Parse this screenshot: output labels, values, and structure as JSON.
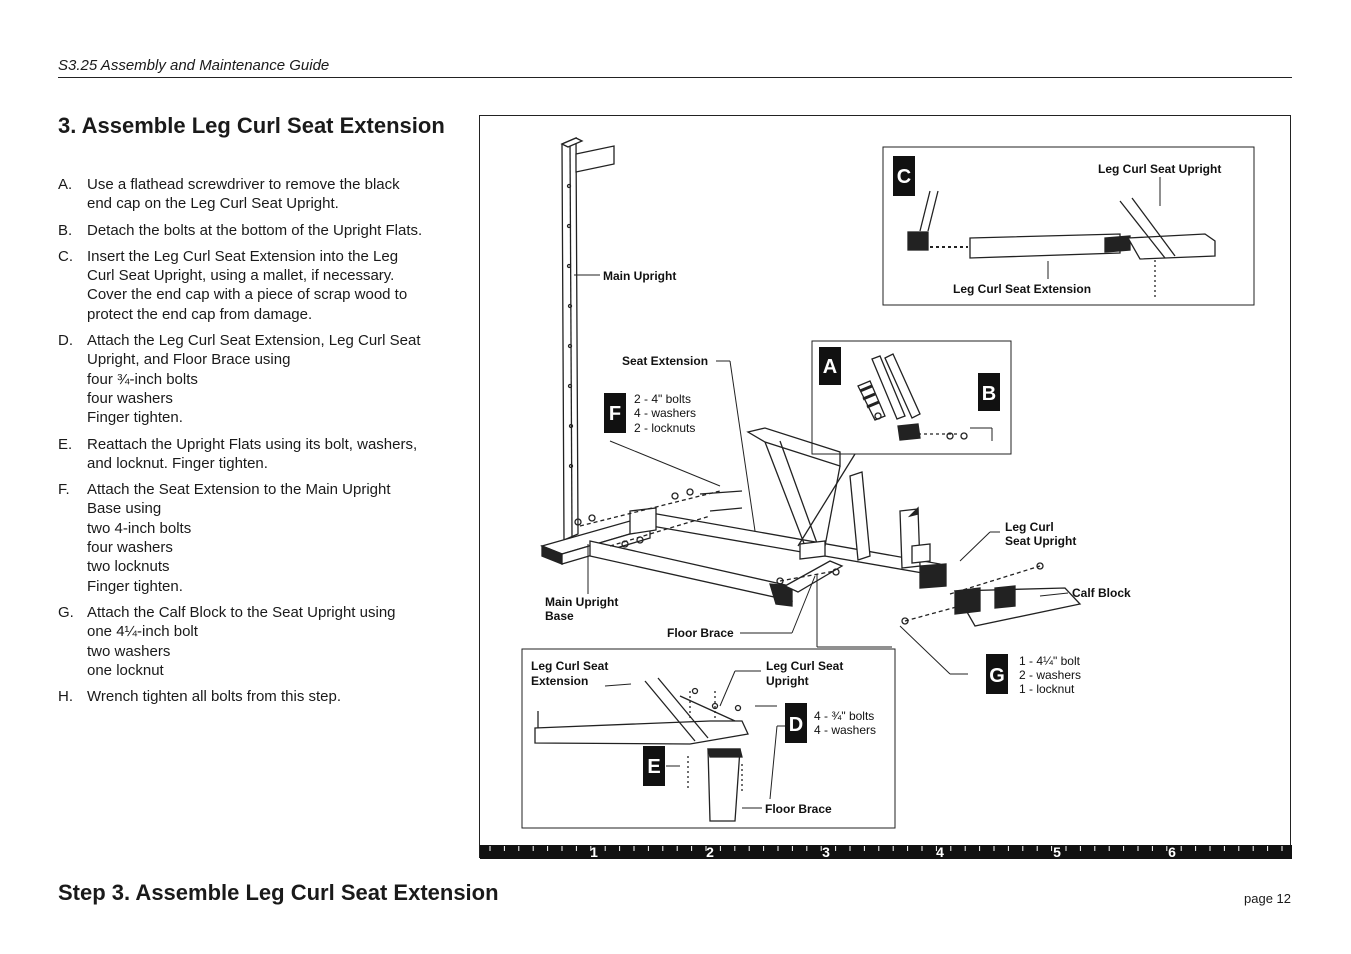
{
  "header": {
    "guide_title": "S3.25 Assembly and Maintenance Guide"
  },
  "section": {
    "title": "3. Assemble Leg Curl Seat Extension",
    "steps": [
      {
        "letter": "A.",
        "lines": [
          "Use a flathead screwdriver to remove the black",
          "end cap on the Leg Curl Seat Upright."
        ]
      },
      {
        "letter": "B.",
        "lines": [
          "Detach the bolts at the bottom of the Upright Flats."
        ]
      },
      {
        "letter": "C.",
        "lines": [
          "Insert the Leg Curl Seat Extension into the Leg",
          "Curl Seat Upright, using a mallet, if necessary.",
          "Cover the end cap with a piece of scrap wood to",
          "protect the end cap from damage."
        ]
      },
      {
        "letter": "D.",
        "lines": [
          "Attach the Leg Curl Seat Extension, Leg Curl Seat",
          "Upright, and Floor Brace using",
          "four ¾-inch bolts",
          "four washers",
          "Finger tighten."
        ]
      },
      {
        "letter": "E.",
        "lines": [
          "Reattach the Upright Flats using its bolt, washers,",
          "and locknut. Finger tighten."
        ]
      },
      {
        "letter": "F.",
        "lines": [
          "Attach the Seat Extension to the Main Upright",
          "Base using",
          "two 4-inch bolts",
          "four washers",
          "two locknuts",
          "Finger tighten."
        ]
      },
      {
        "letter": "G.",
        "lines": [
          "Attach the Calf Block to the Seat Upright using",
          "one 4¼-inch bolt",
          "two washers",
          "one locknut"
        ]
      },
      {
        "letter": "H.",
        "lines": [
          "Wrench tighten all bolts from this step."
        ]
      }
    ]
  },
  "figure": {
    "labels": {
      "main_upright": "Main Upright",
      "seat_extension": "Seat Extension",
      "main_upright_base_1": "Main Upright",
      "main_upright_base_2": "Base",
      "floor_brace": "Floor Brace",
      "leg_curl_seat_upright_1": "Leg Curl",
      "leg_curl_seat_upright_2": "Seat Upright",
      "calf_block": "Calf Block",
      "inset_c_upright": "Leg Curl Seat Upright",
      "inset_c_extension": "Leg Curl Seat Extension",
      "inset_de_extension_1": "Leg Curl Seat",
      "inset_de_extension_2": "Extension",
      "inset_de_upright_1": "Leg Curl Seat",
      "inset_de_upright_2": "Upright",
      "inset_de_floor_brace": "Floor Brace"
    },
    "callouts": {
      "A": "A",
      "B": "B",
      "C": "C",
      "D": "D",
      "E": "E",
      "F": "F",
      "G": "G"
    },
    "hardware": {
      "F": [
        "2 - 4\" bolts",
        "4 - washers",
        "2 - locknuts"
      ],
      "G": [
        "1 - 4¼\" bolt",
        "2 - washers",
        "1 - locknut"
      ],
      "D": [
        "4 - ¾\" bolts",
        "4 - washers"
      ]
    },
    "ruler": [
      "1",
      "2",
      "3",
      "4",
      "5",
      "6"
    ]
  },
  "footer": {
    "step_heading": "Step 3. Assemble Leg Curl Seat Extension",
    "page_label": "page 12"
  }
}
